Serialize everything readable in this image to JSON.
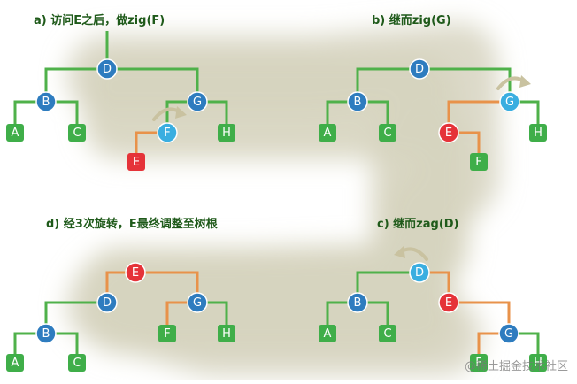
{
  "titles": {
    "a": "a) 访问E之后，做zig(F)",
    "b": "b) 继而zig(G)",
    "c": "c) 继而zag(D)",
    "d": "d) 经3次旋转，E最终调整至树根"
  },
  "watermark": "@稀土掘金技术社区",
  "colors": {
    "edge_green": "#4fb14a",
    "edge_orange": "#e8924a",
    "node_blue": "#2e7cbf",
    "node_light_blue": "#3aaee0",
    "node_green": "#3fae49",
    "node_red": "#e53339",
    "backdrop": "#d6d4bf",
    "title_text": "#1f5a1a"
  },
  "panels": {
    "a": {
      "nodes": [
        "D",
        "B",
        "G",
        "A",
        "C",
        "F",
        "H",
        "E"
      ]
    },
    "b": {
      "nodes": [
        "D",
        "B",
        "G",
        "A",
        "C",
        "E",
        "H",
        "F"
      ]
    },
    "c": {
      "nodes": [
        "D",
        "B",
        "E",
        "A",
        "C",
        "G",
        "F",
        "H"
      ]
    },
    "d": {
      "nodes": [
        "E",
        "D",
        "G",
        "B",
        "F",
        "H",
        "A",
        "C"
      ]
    }
  }
}
